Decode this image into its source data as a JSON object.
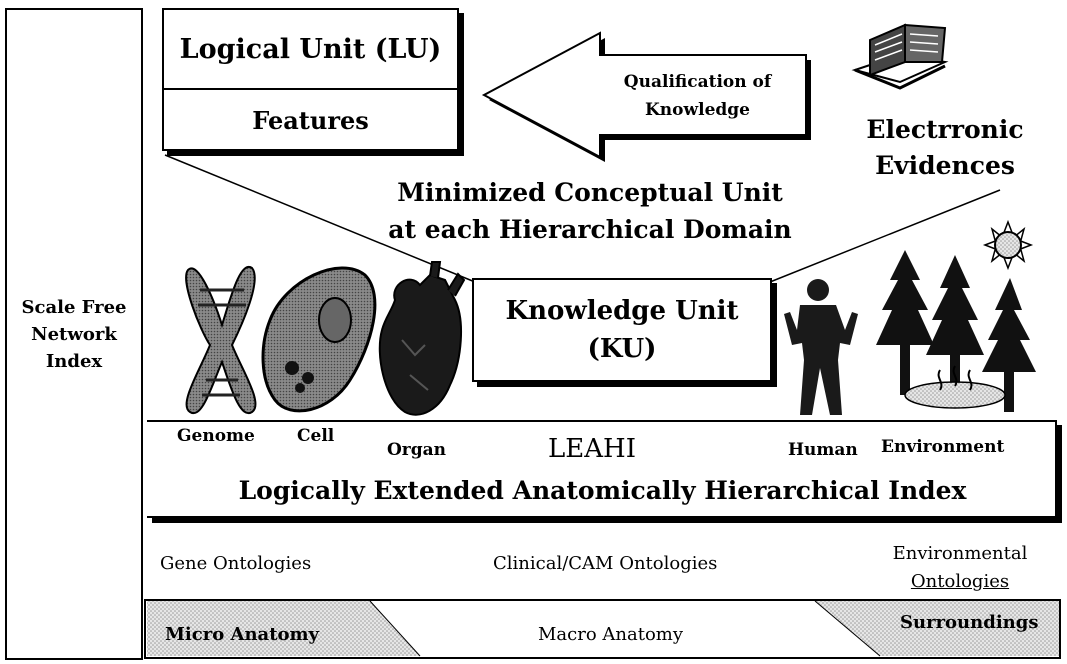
{
  "index_label": [
    "Scale Free",
    "Network",
    "Index"
  ],
  "logical_unit": {
    "title": "Logical Unit (LU)",
    "features": "Features"
  },
  "arrow_label": [
    "Qualification of",
    "Knowledge"
  ],
  "evidence_label": [
    "Electrronic",
    "Evidences"
  ],
  "conceptual_unit": [
    "Minimized Conceptual Unit",
    "at each Hierarchical Domain"
  ],
  "knowledge_unit": [
    "Knowledge Unit",
    "(KU)"
  ],
  "items": {
    "genome": "Genome",
    "cell": "Cell",
    "organ": "Organ",
    "human": "Human",
    "environment": "Environment"
  },
  "leahi": {
    "short": "LEAHI",
    "full": "Logically Extended Anatomically Hierarchical Index"
  },
  "ontologies": {
    "gene": "Gene Ontologies",
    "clinical": "Clinical/CAM Ontologies",
    "environmental": [
      "Environmental",
      "Ontologies"
    ]
  },
  "anatomy": {
    "micro": "Micro Anatomy",
    "macro": "Macro Anatomy",
    "surroundings": "Surroundings"
  },
  "colors": {
    "line": "#000000",
    "fill": "#ffffff",
    "texture": "#cfcfcf",
    "dark": "#1a1a1a"
  }
}
